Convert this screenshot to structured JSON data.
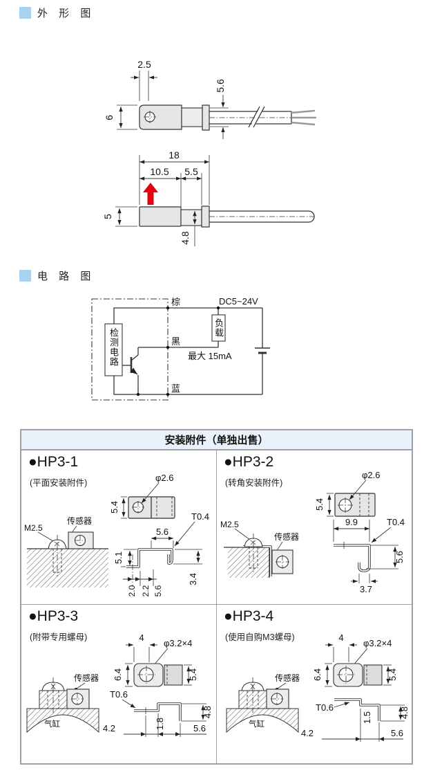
{
  "colors": {
    "accent_square": "#a9d2ef",
    "table_header_bg": "#e9f2fb",
    "table_border": "#9aa0a6",
    "line": "#333333",
    "body_fill": "#e6e6e6",
    "red_arrow": "#e60012"
  },
  "sections": {
    "outline_title": "外 形 图",
    "circuit_title": "电 路 图"
  },
  "outline": {
    "side": {
      "dim_top": "2.5",
      "dim_cyl": "5.6",
      "dim_h": "6"
    },
    "top": {
      "dim_total": "18",
      "dim_body": "10.5",
      "dim_mid": "5.5",
      "dim_h": "5",
      "dim_cyl": "4.8"
    }
  },
  "circuit": {
    "supply": "DC5~24V",
    "wire_brown": "棕",
    "wire_black": "黑",
    "wire_blue": "蓝",
    "load": "负载",
    "max_current": "最大 15mA",
    "detector": "检测电路"
  },
  "accessories": {
    "header": "安装附件（单独出售）",
    "hp31": {
      "model": "●HP3-1",
      "subtitle": "(平面安装附件)",
      "screw": "M2.5",
      "sensor": "传感器",
      "hole": "φ2.6",
      "plate_h": "5.4",
      "top_w": "5.6",
      "thickness": "T0.4",
      "left_h": "5.1",
      "right_h": "3.4",
      "c1": "2.0",
      "c2": "2.2",
      "c3": "5.6"
    },
    "hp32": {
      "model": "●HP3-2",
      "subtitle": "(转角安装附件)",
      "screw": "M2.5",
      "sensor": "传感器",
      "hole": "φ2.6",
      "plate_h": "5.4",
      "top_w": "9.9",
      "thickness": "T0.4",
      "right_h": "5.6",
      "bottom_w": "3.7"
    },
    "hp33": {
      "model": "●HP3-3",
      "subtitle": "(附带专用螺母)",
      "sensor": "传感器",
      "cylinder": "气缸",
      "hole": "φ3.2×4",
      "tab_w": "4",
      "left_h": "6.4",
      "plate_h": "5.4",
      "thickness": "T0.6",
      "step": "1.8",
      "b1": "4.2",
      "b2": "5.6",
      "right_h": "4.8"
    },
    "hp34": {
      "model": "●HP3-4",
      "subtitle": "(使用自购M3螺母)",
      "sensor": "传感器",
      "cylinder": "气缸",
      "hole": "φ3.2×4",
      "tab_w": "4",
      "left_h": "6.4",
      "plate_h": "5.4",
      "thickness": "T0.6",
      "step": "1.5",
      "b1": "4.2",
      "b2": "5.6",
      "right_h": "4.8"
    }
  }
}
